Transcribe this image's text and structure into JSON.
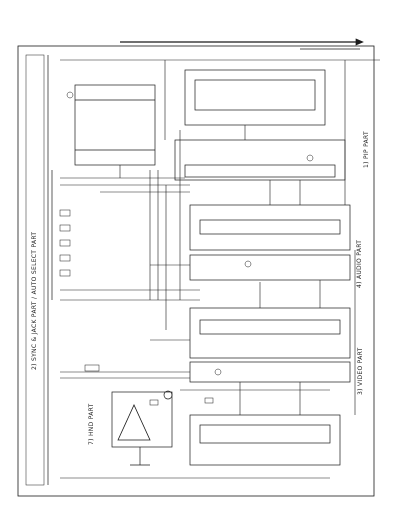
{
  "sections": {
    "pip_part": "1) PIP PART",
    "audio_part": "4) AUDIO PART",
    "video_part": "3) VIDEO PART",
    "sync_av_part": "2) SYNC & JACK PART / AUTO SELECT PART",
    "hnd_part": "7) HND PART"
  },
  "colors": {
    "ink": "#1a1a1a",
    "paper": "#ffffff"
  }
}
